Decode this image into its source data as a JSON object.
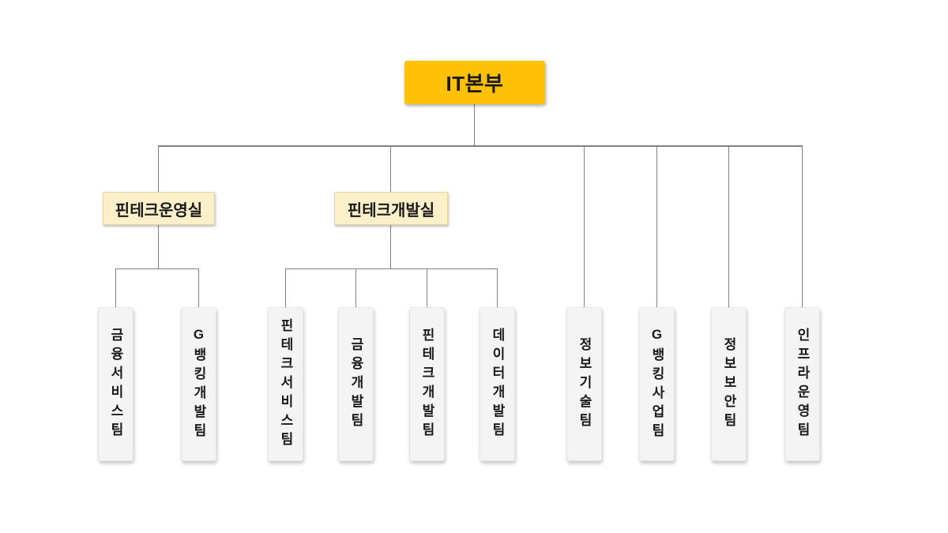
{
  "org_chart": {
    "root": {
      "label": "IT본부"
    },
    "offices": [
      {
        "label": "핀테크운영실",
        "teams": [
          {
            "label": "금융서비스팀"
          },
          {
            "label": "G뱅킹개발팀"
          }
        ]
      },
      {
        "label": "핀테크개발실",
        "teams": [
          {
            "label": "핀테크서비스팀"
          },
          {
            "label": "금융개발팀"
          },
          {
            "label": "핀테크개발팀"
          },
          {
            "label": "데이터개발팀"
          }
        ]
      }
    ],
    "direct_teams": [
      {
        "label": "정보기술팀"
      },
      {
        "label": "G뱅킹사업팀"
      },
      {
        "label": "정보보안팀"
      },
      {
        "label": "인프라운영팀"
      }
    ],
    "colors": {
      "root_fill": "#FFC008",
      "root_text": "#1A1A1A",
      "office_fill": "#FCF0CB",
      "office_border": "#E6D3A0",
      "office_text": "#1A1A1A",
      "team_fill": "#F4F4F4",
      "team_border": "#E4E4E4",
      "team_text": "#1A1A1A",
      "connector": "#808080",
      "page_bg": "#FFFFFF"
    }
  }
}
